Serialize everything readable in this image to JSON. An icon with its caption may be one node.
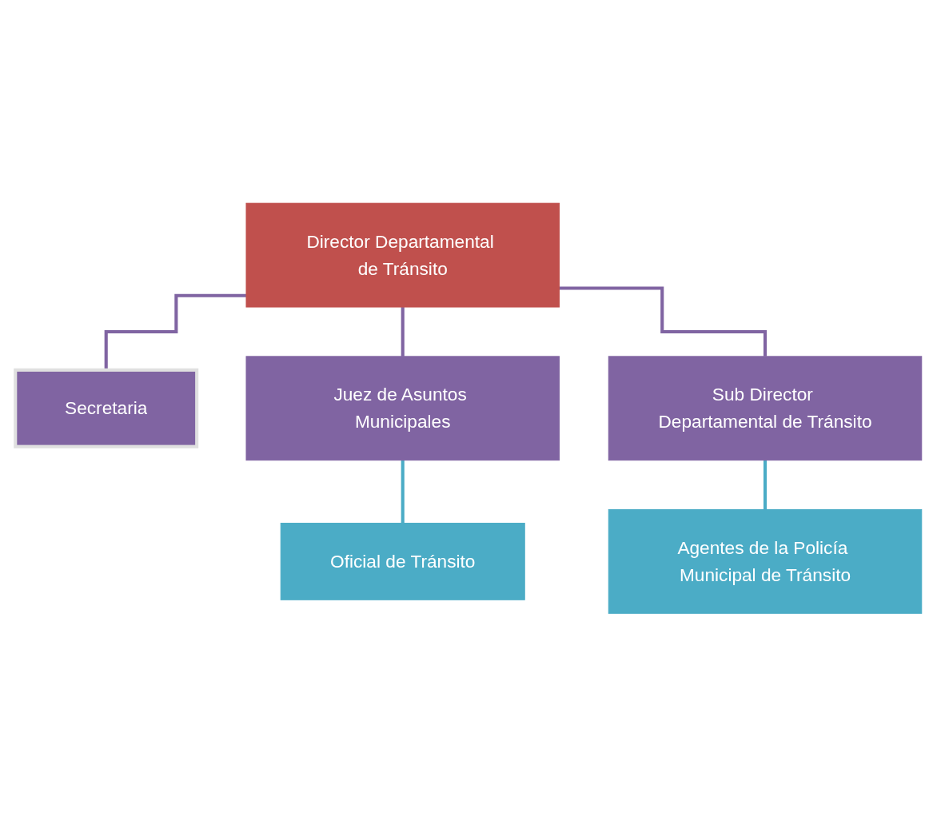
{
  "diagram": {
    "nodes": [
      {
        "text": [
          "Director Departamental de Tránsito"
        ]
      },
      {
        "text": [
          "Secretaria"
        ]
      },
      {
        "text": [
          "Juez de Asuntos Municipales"
        ]
      },
      {
        "text": [
          "Sub Director Departamental de Tránsito"
        ]
      },
      {
        "text": [
          "Oficial de Tránsito"
        ]
      },
      {
        "text": [
          "Agentes de la Policía Municipal de Tránsito"
        ]
      }
    ],
    "edges": [
      {
        "from": 0,
        "to": 1,
        "arrow": "none"
      },
      {
        "from": 0,
        "to": 2,
        "arrow": "none"
      },
      {
        "from": 0,
        "to": 3,
        "arrow": "none"
      },
      {
        "from": 2,
        "to": 4,
        "arrow": "none",
        "color": "#4bacc6"
      },
      {
        "from": 3,
        "to": 5,
        "arrow": "none",
        "color": "#4bacc6"
      }
    ]
  }
}
